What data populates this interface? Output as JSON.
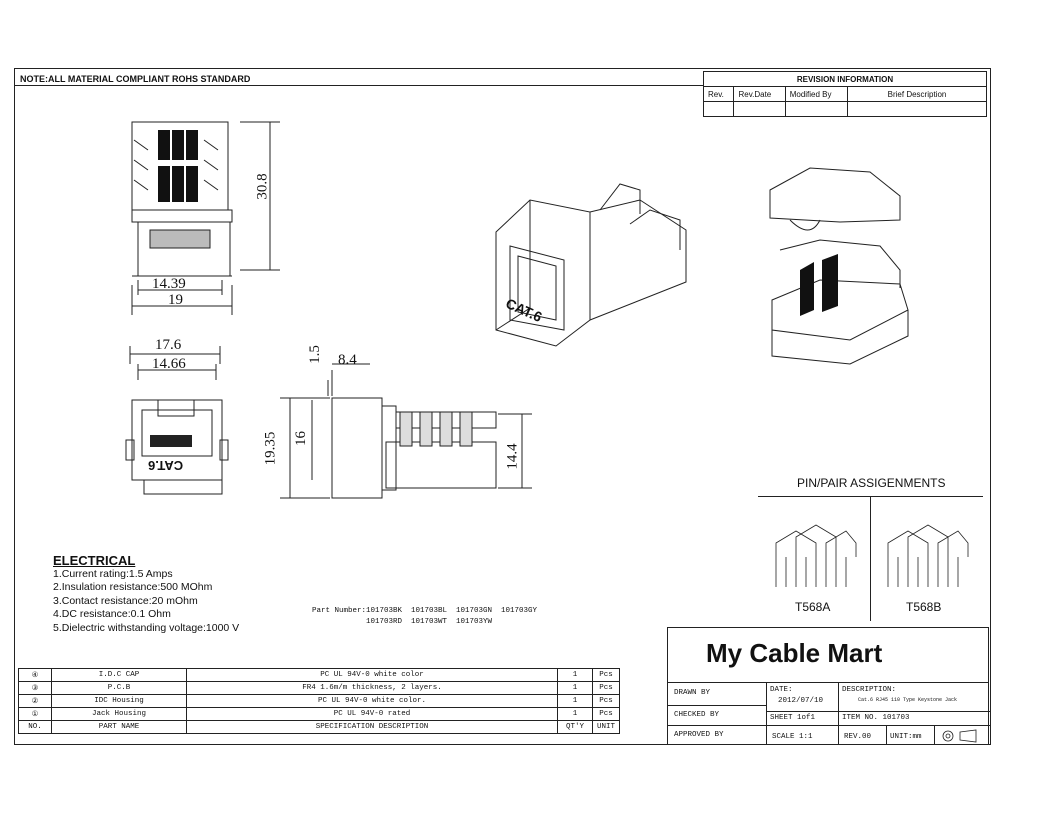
{
  "note": "NOTE:ALL MATERIAL COMPLIANT ROHS STANDARD",
  "revision": {
    "title": "REVISION INFORMATION",
    "headers": [
      "Rev.",
      "Rev.Date",
      "Modified By",
      "Brief Description"
    ]
  },
  "dimensions": {
    "front_height": "30.8",
    "front_width_inner": "14.39",
    "front_width_outer": "19",
    "bottom_width_outer": "17.6",
    "bottom_width_inner": "14.66",
    "side_top_small": "1.5",
    "side_top_depth": "8.4",
    "side_height_total": "19.35",
    "side_height_body": "16",
    "side_height_right": "14.4"
  },
  "jack_label": "CAT.6",
  "electrical": {
    "heading": "ELECTRICAL",
    "items": [
      "1.Current rating:1.5 Amps",
      "2.Insulation resistance:500 MOhm",
      "3.Contact resistance:20 mOhm",
      "4.DC resistance:0.1 Ohm",
      "5.Dielectric withstanding voltage:1000 V"
    ]
  },
  "part_numbers": {
    "line1": "Part Number:101703BK  101703BL  101703GN  101703GY",
    "line2": "            101703RD  101703WT  101703YW"
  },
  "pinout": {
    "title": "PIN/PAIR ASSIGENMENTS",
    "standard_a": "T568A",
    "standard_b": "T568B"
  },
  "bom": {
    "rows": [
      {
        "no": "④",
        "name": "I.D.C CAP",
        "spec": "PC UL 94V-0 white color",
        "qty": "1",
        "unit": "Pcs"
      },
      {
        "no": "③",
        "name": "P.C.B",
        "spec": "FR4 1.6m/m thickness, 2 layers.",
        "qty": "1",
        "unit": "Pcs"
      },
      {
        "no": "②",
        "name": "IDC Housing",
        "spec": "PC UL 94V-0 white color.",
        "qty": "1",
        "unit": "Pcs"
      },
      {
        "no": "①",
        "name": "Jack Housing",
        "spec": "PC UL 94V-0 rated",
        "qty": "1",
        "unit": "Pcs"
      }
    ],
    "header": {
      "no": "NO.",
      "name": "PART NAME",
      "spec": "SPECIFICATION DESCRIPTION",
      "qty": "QT'Y",
      "unit": "UNIT"
    }
  },
  "title_block": {
    "company": "My Cable Mart",
    "drawn_by": "DRAWN BY",
    "checked_by": "CHECKED BY",
    "approved_by": "APPROVED BY",
    "date_label": "DATE:",
    "date_value": "2012/07/10",
    "description_label": "DESCRIPTION:",
    "description_value": "Cat.6 RJ45 110 Type Keystone Jack",
    "sheet": "SHEET 1of1",
    "item_no": "ITEM NO. 101703",
    "scale": "SCALE 1:1",
    "rev": "REV.00",
    "unit": "UNIT:mm"
  }
}
